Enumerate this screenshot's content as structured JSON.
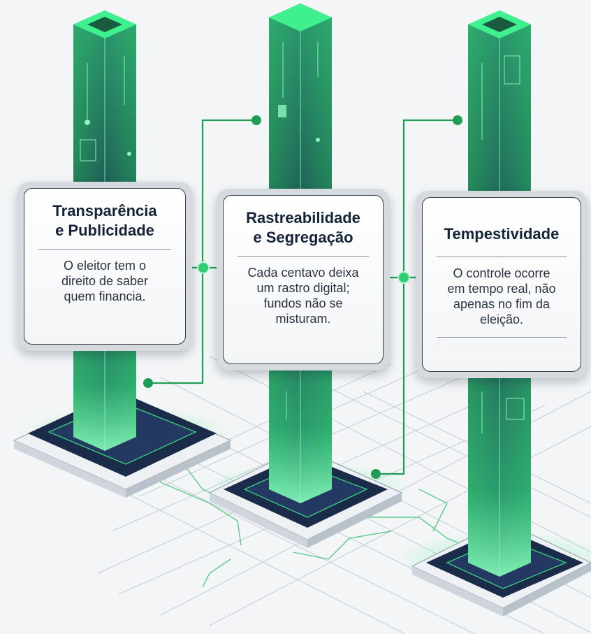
{
  "pillars": [
    {
      "title_line1": "Transparência",
      "title_line2": "e Publicidade",
      "desc_lines": [
        "O eleitor tem o",
        "direito de saber",
        "quem financia."
      ]
    },
    {
      "title_line1": "Rastreabilidade",
      "title_line2": "e Segregação",
      "desc_lines": [
        "Cada centavo deixa",
        "um rastro digital;",
        "fundos não se",
        "misturam."
      ]
    },
    {
      "title_line1": "Tempestividade",
      "title_line2": "",
      "desc_lines": [
        "O controle ocorre",
        "em tempo real, não",
        "apenas no fim da",
        "eleição."
      ]
    }
  ],
  "colors": {
    "background": "#f3f5f7",
    "pillar_dark": "#16324a",
    "pillar_glow": "#39e07f",
    "circuit_line": "#1f9d55",
    "base_navy": "#1b2b4a",
    "grid_line": "#c8ced6",
    "card_border": "#3a4049"
  }
}
